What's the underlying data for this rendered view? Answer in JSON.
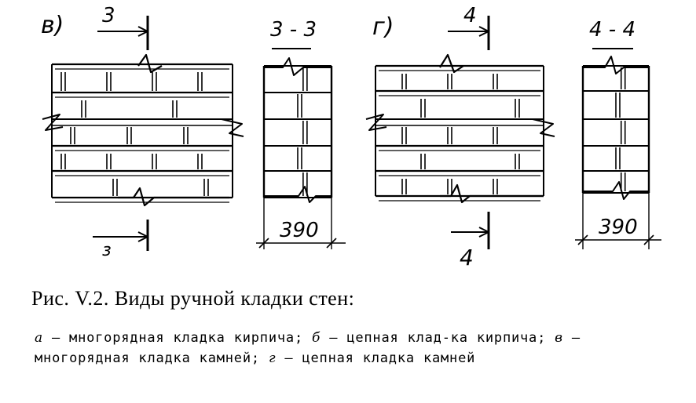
{
  "labels": {
    "fig_v": "в)",
    "fig_g": "г)",
    "cut_3_top": "3",
    "cut_3_bottom": "з",
    "section_3": "3 - 3",
    "cut_4_top": "4",
    "cut_4_bottom": "4",
    "section_4": "4 - 4",
    "dim_3": "390",
    "dim_4": "390"
  },
  "caption": {
    "title": "Рис. V.2. Виды ручной кладки стен:",
    "a_letter": "а",
    "a_text": " — многорядная кладка кирпича; ",
    "b_letter": "б",
    "b_text": " — цепная клад-ка кирпича; ",
    "v_letter": "в",
    "v_text": " — многорядная кладка камней; ",
    "g_letter": "г",
    "g_text": " — цепная кладка камней"
  }
}
